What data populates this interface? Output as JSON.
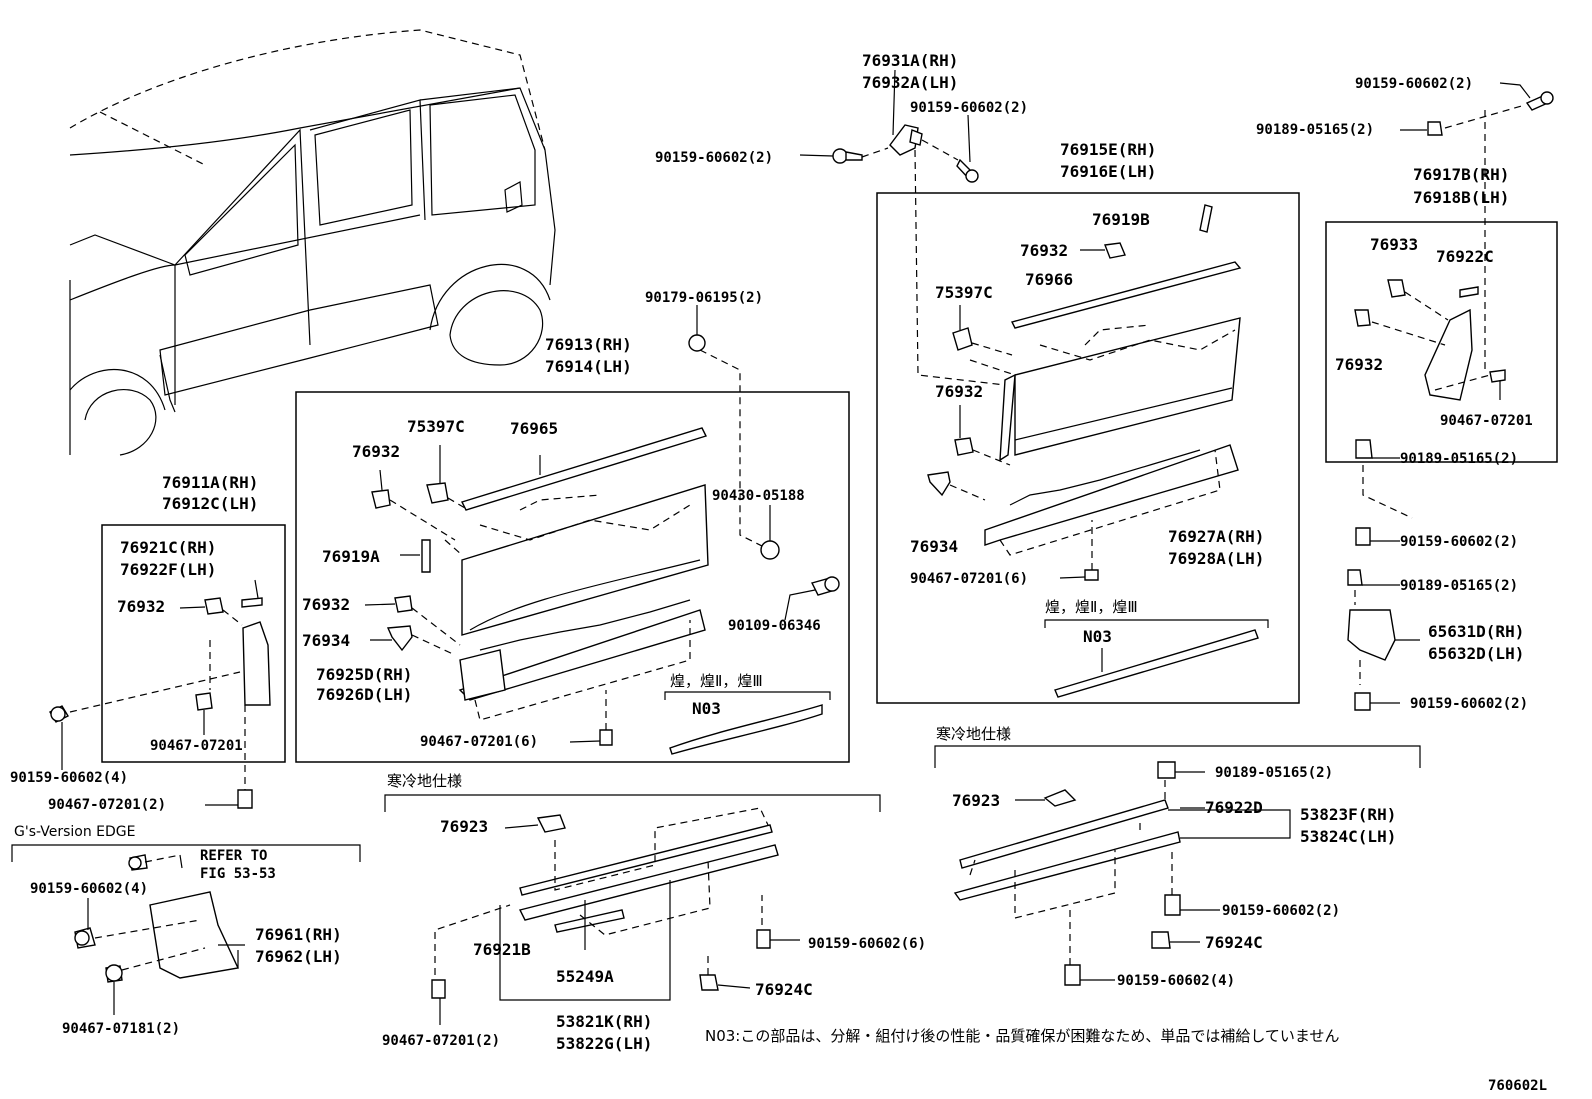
{
  "labels": {
    "p76931A": "76931A(RH)",
    "p76932A": "76932A(LH)",
    "b_9015960602_top": "90159-60602(2)",
    "b_9015960602_left": "90159-60602(2)",
    "b_9015960602_tr": "90159-60602(2)",
    "b_9018905165_tr": "90189-05165(2)",
    "p76915E": "76915E(RH)",
    "p76916E": "76916E(LH)",
    "p76919B": "76919B",
    "p76932_r1": "76932",
    "p76966": "76966",
    "p75397C_r": "75397C",
    "p76932_r2": "76932",
    "p76934_r": "76934",
    "p76927A": "76927A(RH)",
    "p76928A": "76928A(LH)",
    "b_9046707201_r": "90467-07201(6)",
    "p76917B": "76917B(RH)",
    "p76918B": "76918B(LH)",
    "p76933": "76933",
    "p76922C": "76922C",
    "p76932_fr": "76932",
    "b_9046707201_fr": "90467-07201",
    "b_9018905165_fr1": "90189-05165(2)",
    "b_9015960602_fr1": "90159-60602(2)",
    "b_9018905165_fr2": "90189-05165(2)",
    "p65631D": "65631D(RH)",
    "p65632D": "65632D(LH)",
    "b_9015960602_fr2": "90159-60602(2)",
    "b_9017906195": "90179-06195(2)",
    "p76913": "76913(RH)",
    "p76914": "76914(LH)",
    "p75397C_c": "75397C",
    "p76965": "76965",
    "p76932_c1": "76932",
    "b_9043005188": "90430-05188",
    "p76919A": "76919A",
    "p76932_c2": "76932",
    "b_9010906346": "90109-06346",
    "p76934_c": "76934",
    "p76925D": "76925D(RH)",
    "p76926D": "76926D(LH)",
    "b_9046707201_c": "90467-07201(6)",
    "p76911A": "76911A(RH)",
    "p76912C": "76912C(LH)",
    "p76921C": "76921C(RH)",
    "p76922F": "76922F(LH)",
    "p76932_l": "76932",
    "b_9046707201_l": "90467-07201",
    "b_9015960602_l": "90159-60602(4)",
    "b_9046707201_l2": "90467-07201(2)",
    "edge_title": "G's-Version EDGE",
    "refer1": "REFER TO",
    "refer2": "FIG 53-53",
    "b_9015960602_e": "90159-60602(4)",
    "p76961": "76961(RH)",
    "p76962": "76962(LH)",
    "b_9046707181": "90467-07181(2)",
    "jp_cold1": "寒冷地仕様",
    "p76923_c": "76923",
    "p76921B": "76921B",
    "p55249A": "55249A",
    "b_9015960602_c6": "90159-60602(6)",
    "p76924C_c": "76924C",
    "p53821K": "53821K(RH)",
    "p53822G": "53822G(LH)",
    "b_9046707201_c2": "90467-07201(2)",
    "jp_cold2": "寒冷地仕様",
    "b_9018905165_s": "90189-05165(2)",
    "p76923_r": "76923",
    "p76922D": "76922D",
    "p53823F": "53823F(RH)",
    "p53824C": "53824C(LH)",
    "b_9015960602_s2": "90159-60602(2)",
    "p76924C_r": "76924C",
    "b_9015960602_s4": "90159-60602(4)",
    "grade_c": "煌，煌Ⅱ，煌Ⅲ",
    "n03_c": "N03",
    "grade_r": "煌，煌Ⅱ，煌Ⅲ",
    "n03_r": "N03",
    "note": "N03:この部品は、分解・組付け後の性能・品質確保が困難なため、単品では補給していません",
    "fig_code": "760602L"
  }
}
